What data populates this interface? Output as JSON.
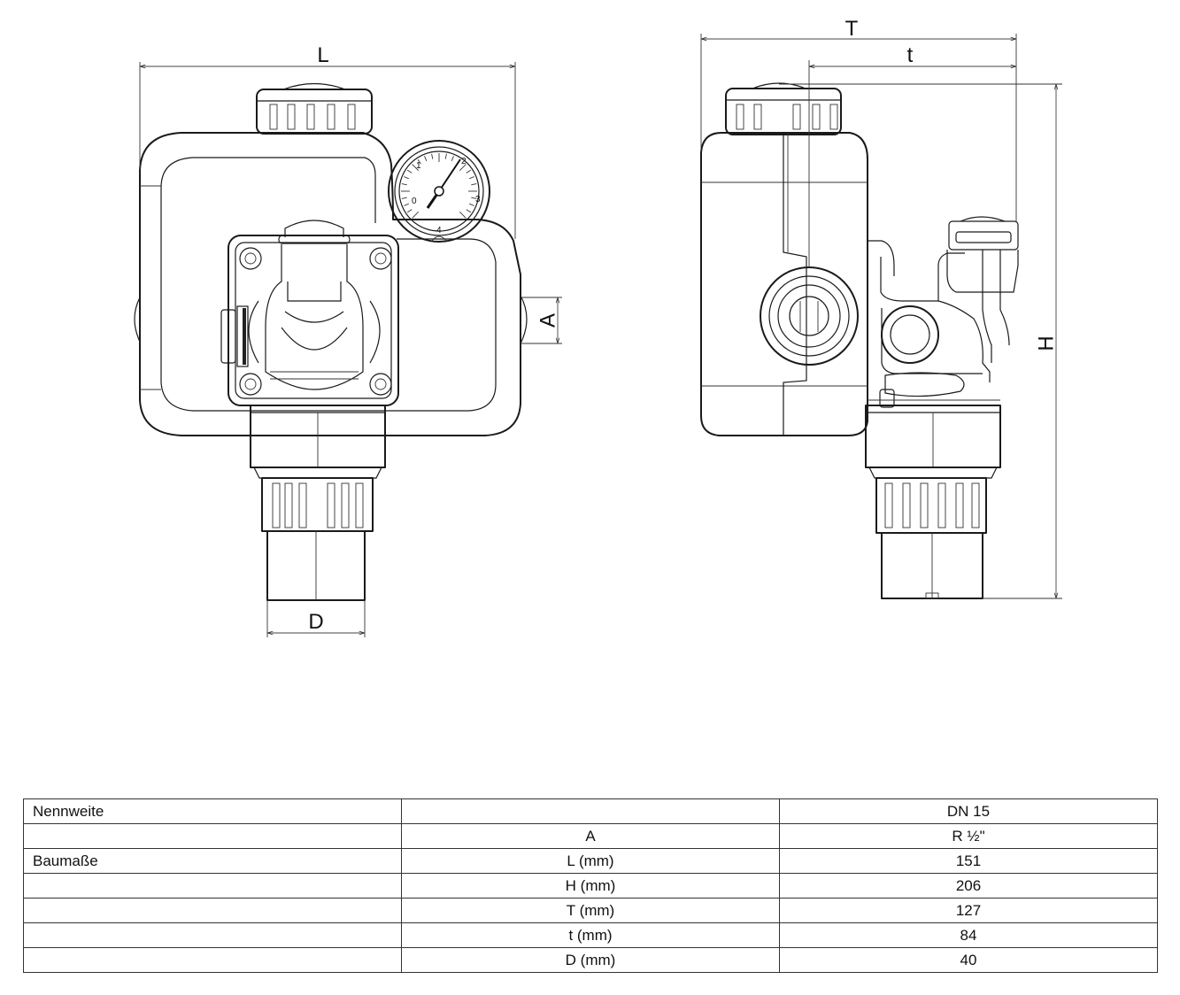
{
  "dimension_labels": {
    "L": "L",
    "A": "A",
    "D": "D",
    "T": "T",
    "t": "t",
    "H": "H"
  },
  "gauge": {
    "scale": [
      "0",
      "1",
      "2",
      "3",
      "4"
    ]
  },
  "table": {
    "rows": [
      {
        "label": "Nennweite",
        "parameter": "",
        "value": "DN 15"
      },
      {
        "label": "",
        "parameter": "A",
        "value": "R ½\""
      },
      {
        "label": "Baumaße",
        "parameter": "L (mm)",
        "value": "151"
      },
      {
        "label": "",
        "parameter": "H (mm)",
        "value": "206"
      },
      {
        "label": "",
        "parameter": "T (mm)",
        "value": "127"
      },
      {
        "label": "",
        "parameter": "t (mm)",
        "value": "84"
      },
      {
        "label": "",
        "parameter": "D (mm)",
        "value": "40"
      }
    ]
  }
}
